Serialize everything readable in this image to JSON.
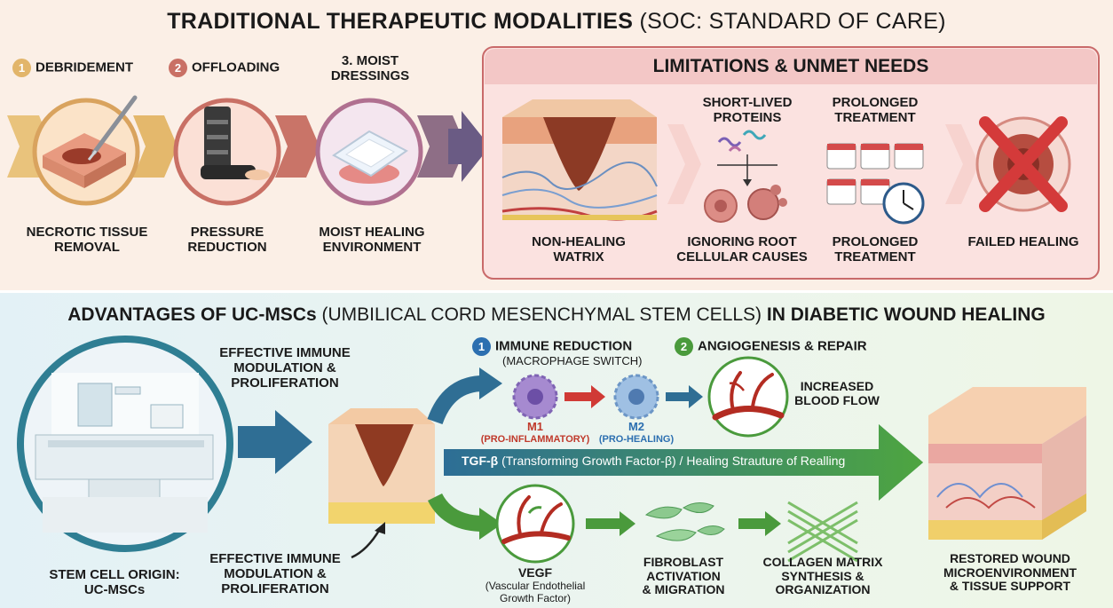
{
  "top": {
    "title_bold": "TRADITIONAL THERAPEUTIC MODALITIES",
    "title_light": "(SOC: STANDARD OF CARE)",
    "steps": [
      {
        "num": "1",
        "label": "DEBRIDEMENT",
        "color": "#e2b56a",
        "caption_1": "NECROTIC TISSUE",
        "caption_2": "REMOVAL"
      },
      {
        "num": "2",
        "label": "OFFLOADING",
        "color": "#c97065",
        "caption_1": "PRESSURE",
        "caption_2": "REDUCTION"
      },
      {
        "num": "",
        "label_1": "3. MOIST",
        "label_2": "DRESSINGS",
        "caption_1": "MOIST HEALING",
        "caption_2": "ENVIRONMENT"
      }
    ],
    "limitations": {
      "title": "LIMITATIONS & UNMET NEEDS",
      "items": [
        {
          "top": "",
          "caption_1": "NON-HEALING",
          "caption_2": "WATRIX"
        },
        {
          "top_1": "SHORT-LIVED",
          "top_2": "PROTEINS",
          "caption_1": "IGNORING ROOT",
          "caption_2": "CELLULAR CAUSES"
        },
        {
          "top_1": "PROLONGED",
          "top_2": "TREATMENT",
          "caption_1": "PROLONGED",
          "caption_2": "TREATMENT"
        },
        {
          "caption_1": "FAILED HEALING"
        }
      ]
    }
  },
  "bottom": {
    "title_bold_1": "ADVANTAGES OF UC-MSCs",
    "title_light": "(UMBILICAL CORD MESENCHYMAL STEM CELLS)",
    "title_bold_2": "IN DIABETIC WOUND HEALING",
    "origin_1": "STEM CELL ORIGIN:",
    "origin_2": "UC-MSCs",
    "effective_top": [
      "EFFECTIVE IMMUNE",
      "MODULATION &",
      "PROLIFERATION"
    ],
    "effective_bottom": [
      "EFFECTIVE IMMUNE",
      "MODULATION &",
      "PROLIFERATION"
    ],
    "immune": {
      "num": "1",
      "title": "IMMUNE REDUCTION",
      "sub": "(MACROPHAGE SWITCH)",
      "color": "#2c6fb0"
    },
    "angio": {
      "num": "2",
      "title": "ANGIOGENESIS & REPAIR",
      "color": "#4a9a3c"
    },
    "m1": {
      "label": "M1",
      "sub": "(PRO-INFLAMMATORY)",
      "color": "#c0392b"
    },
    "m2": {
      "label": "M2",
      "sub": "(PRO-HEALING)",
      "color": "#2c6fb0"
    },
    "blood_1": "INCREASED",
    "blood_2": "BLOOD FLOW",
    "tgf_bold": "TGF-β",
    "tgf_rest": "(Transforming Growth Factor-β) / Healing Strauture of Realling",
    "vegf": "VEGF",
    "vegf_sub_1": "(Vascular Endothelial",
    "vegf_sub_2": "Growth Factor)",
    "fibro": [
      "FIBROBLAST",
      "ACTIVATION",
      "& MIGRATION"
    ],
    "collagen": [
      "COLLAGEN MATRIX",
      "SYNTHESIS &",
      "ORGANIZATION"
    ],
    "restored": [
      "RESTORED WOUND",
      "MICROENVIRONMENT",
      "& TISSUE SUPPORT"
    ]
  },
  "colors": {
    "orange": "#e2b56a",
    "red": "#c0392b",
    "blue": "#2c6fb0",
    "green": "#4a9a3c",
    "limit_border": "#c96a6a"
  }
}
